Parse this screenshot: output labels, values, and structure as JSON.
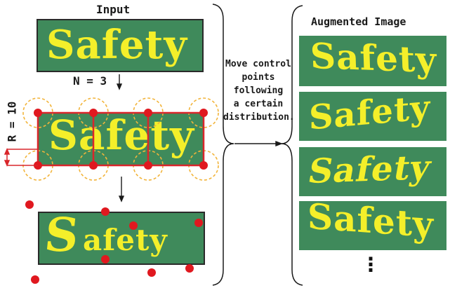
{
  "input": {
    "title": "Input",
    "word": "Safety"
  },
  "params": {
    "n_label": "N = 3",
    "r_label": "R = 10"
  },
  "note": {
    "lines": [
      "Move control",
      "points",
      "following",
      "a certain",
      "distribution."
    ]
  },
  "output": {
    "title": "Augmented Image",
    "word": "Safety",
    "more": "⋮"
  },
  "colors": {
    "panel_green": "#3f8a5b",
    "text_yellow": "#f4ef2a",
    "grid_red": "#d9262b",
    "radius_orange": "#f2b43a"
  }
}
